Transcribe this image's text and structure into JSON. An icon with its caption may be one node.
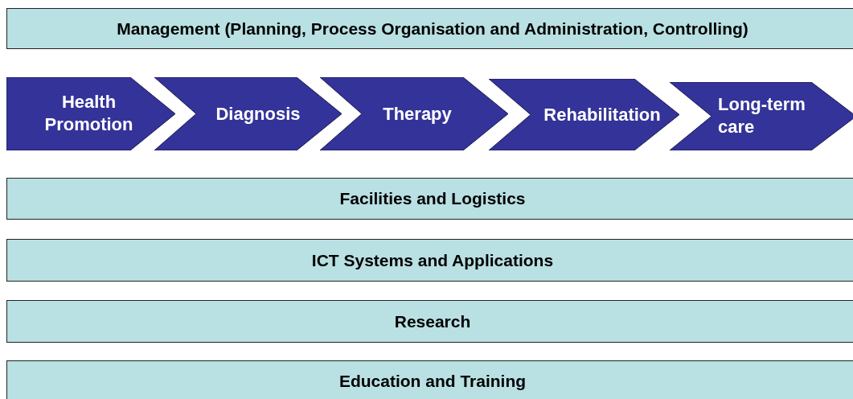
{
  "diagram": {
    "nodes": [
      {
        "text": [
          "Management (Planning, Process Organisation and Administration, Controlling)"
        ]
      },
      {
        "text": [
          "Health Promotion"
        ]
      },
      {
        "text": [
          "Diagnosis"
        ]
      },
      {
        "text": [
          "Therapy"
        ]
      },
      {
        "text": [
          "Rehabilitation"
        ]
      },
      {
        "text": [
          "Long-term care"
        ]
      },
      {
        "text": [
          "Facilities and Logistics"
        ]
      },
      {
        "text": [
          "ICT Systems and Applications"
        ]
      },
      {
        "text": [
          "Research"
        ]
      },
      {
        "text": [
          "Education and Training"
        ]
      }
    ]
  }
}
